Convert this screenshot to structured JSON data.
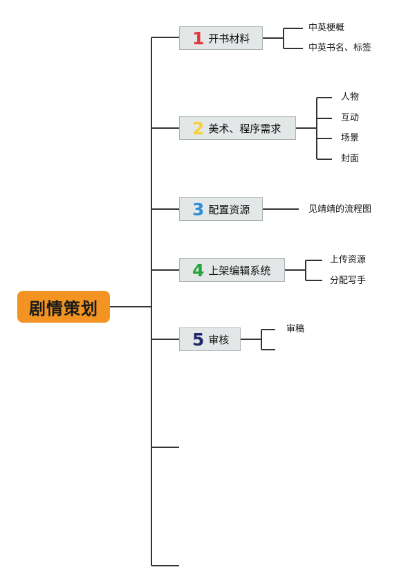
{
  "root": {
    "label": "剧情策划",
    "color": "#f39422"
  },
  "branches": [
    {
      "num": "1",
      "num_color": "#e5383b",
      "label": "开书材料",
      "children": [
        "中英梗概",
        "中英书名、标签"
      ]
    },
    {
      "num": "2",
      "num_color": "#f4d03f",
      "label": "美术、程序需求",
      "children": [
        "人物",
        "互动",
        "场景",
        "封面"
      ]
    },
    {
      "num": "3",
      "num_color": "#2e8fd8",
      "label": "配置资源",
      "children": [
        "见靖靖的流程图"
      ]
    },
    {
      "num": "4",
      "num_color": "#27a33a",
      "label": "上架编辑系统",
      "children": [
        "上传资源",
        "分配写手"
      ]
    },
    {
      "num": "5",
      "num_color": "#1c2a6b",
      "label": "审核",
      "children": [
        "审稿",
        ""
      ]
    }
  ],
  "colors": {
    "line": "#333333",
    "node_bg": "#e4e7e7",
    "node_border": "#aab3b3"
  }
}
